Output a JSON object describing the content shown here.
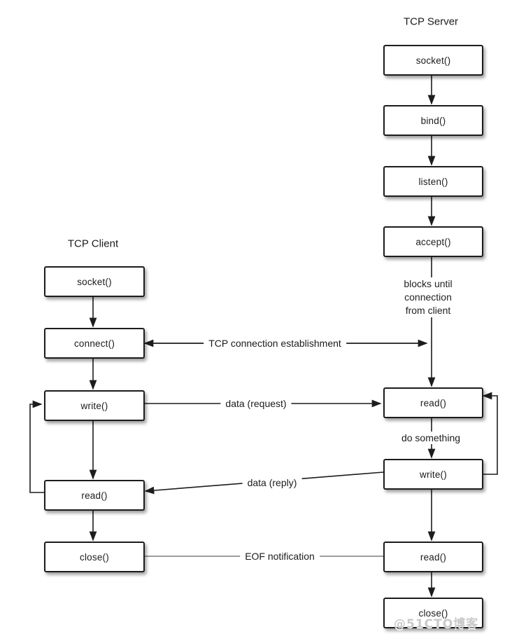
{
  "colors": {
    "line": "#1d1d1d",
    "muted_line": "#8f8f8f",
    "box_border": "#1c1c1c",
    "box_fill": "#ffffff",
    "text": "#1b1b1b",
    "watermark": "#c9c9c9"
  },
  "client": {
    "title": "TCP Client",
    "boxes": [
      {
        "label": "socket()"
      },
      {
        "label": "connect()"
      },
      {
        "label": "write()"
      },
      {
        "label": "read()"
      },
      {
        "label": "close()"
      }
    ]
  },
  "server": {
    "title": "TCP Server",
    "boxes": [
      {
        "label": "socket()"
      },
      {
        "label": "bind()"
      },
      {
        "label": "listen()"
      },
      {
        "label": "accept()"
      },
      {
        "label": "read()"
      },
      {
        "label": "write()"
      },
      {
        "label": "read()"
      },
      {
        "label": "close()"
      }
    ],
    "annotations": {
      "blocks_until": {
        "line1": "blocks until",
        "line2": "connection",
        "line3": "from client"
      },
      "do_something": "do something"
    }
  },
  "connectors": {
    "establishment": "TCP connection establishment",
    "data_request": "data (request)",
    "data_reply": "data (reply)",
    "eof": "EOF notification"
  },
  "watermark": "@51CTO博客"
}
